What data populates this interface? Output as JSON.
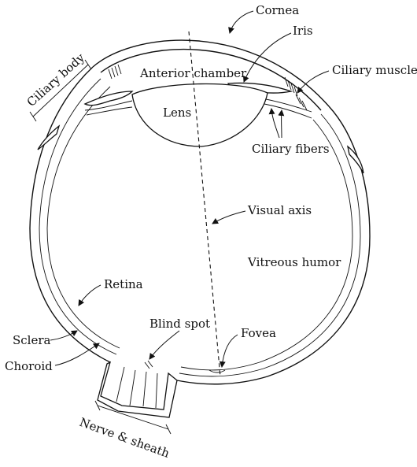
{
  "labels": {
    "cornea": "Cornea",
    "iris": "Iris",
    "ciliary_muscle": "Ciliary muscle",
    "ciliary_body": "Ciliary body",
    "anterior_chamber": "Anterior chamber",
    "lens": "Lens",
    "ciliary_fibers": "Ciliary fibers",
    "visual_axis": "Visual axis",
    "vitreous_humor": "Vitreous humor",
    "retina": "Retina",
    "blind_spot": "Blind spot",
    "fovea": "Fovea",
    "sclera": "Sclera",
    "choroid": "Choroid",
    "nerve_sheath": "Nerve & sheath"
  },
  "colors": {
    "ink": "#111111",
    "background": "#ffffff"
  }
}
